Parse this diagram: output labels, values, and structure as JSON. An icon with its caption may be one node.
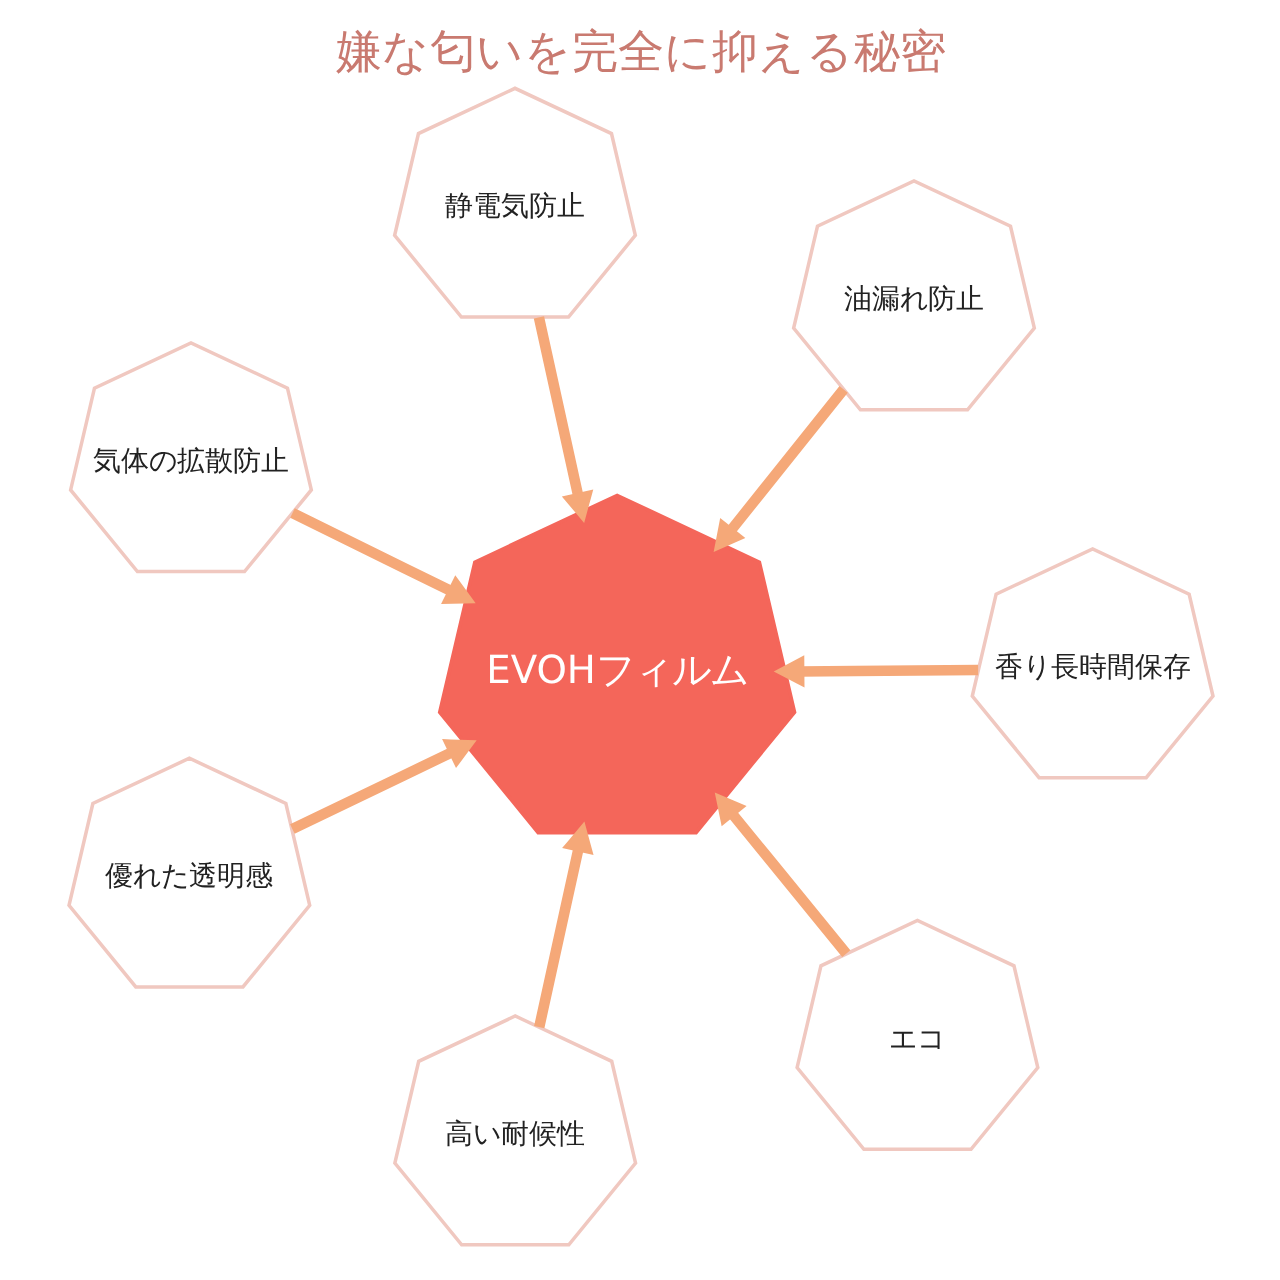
{
  "diagram": {
    "title": "嫌な匂いを完全に抑える秘密",
    "nodes": [
      {
        "text": [
          "EVOHフィルム"
        ]
      },
      {
        "text": [
          "香り長時間保存"
        ]
      },
      {
        "text": [
          "高い耐候性"
        ]
      },
      {
        "text": [
          "気体の拡散防止"
        ]
      },
      {
        "text": [
          "油漏れ防止"
        ]
      },
      {
        "text": [
          "静電気防止"
        ]
      },
      {
        "text": [
          "優れた透明感"
        ]
      },
      {
        "text": [
          "エコ"
        ]
      }
    ],
    "edges": [
      {
        "from": 1,
        "to": 0,
        "arrow": "to"
      },
      {
        "from": 2,
        "to": 0,
        "arrow": "to"
      },
      {
        "from": 3,
        "to": 0,
        "arrow": "to"
      },
      {
        "from": 4,
        "to": 0,
        "arrow": "to"
      },
      {
        "from": 5,
        "to": 0,
        "arrow": "to"
      },
      {
        "from": 6,
        "to": 0,
        "arrow": "to"
      },
      {
        "from": 7,
        "to": 0,
        "arrow": "to"
      }
    ]
  }
}
